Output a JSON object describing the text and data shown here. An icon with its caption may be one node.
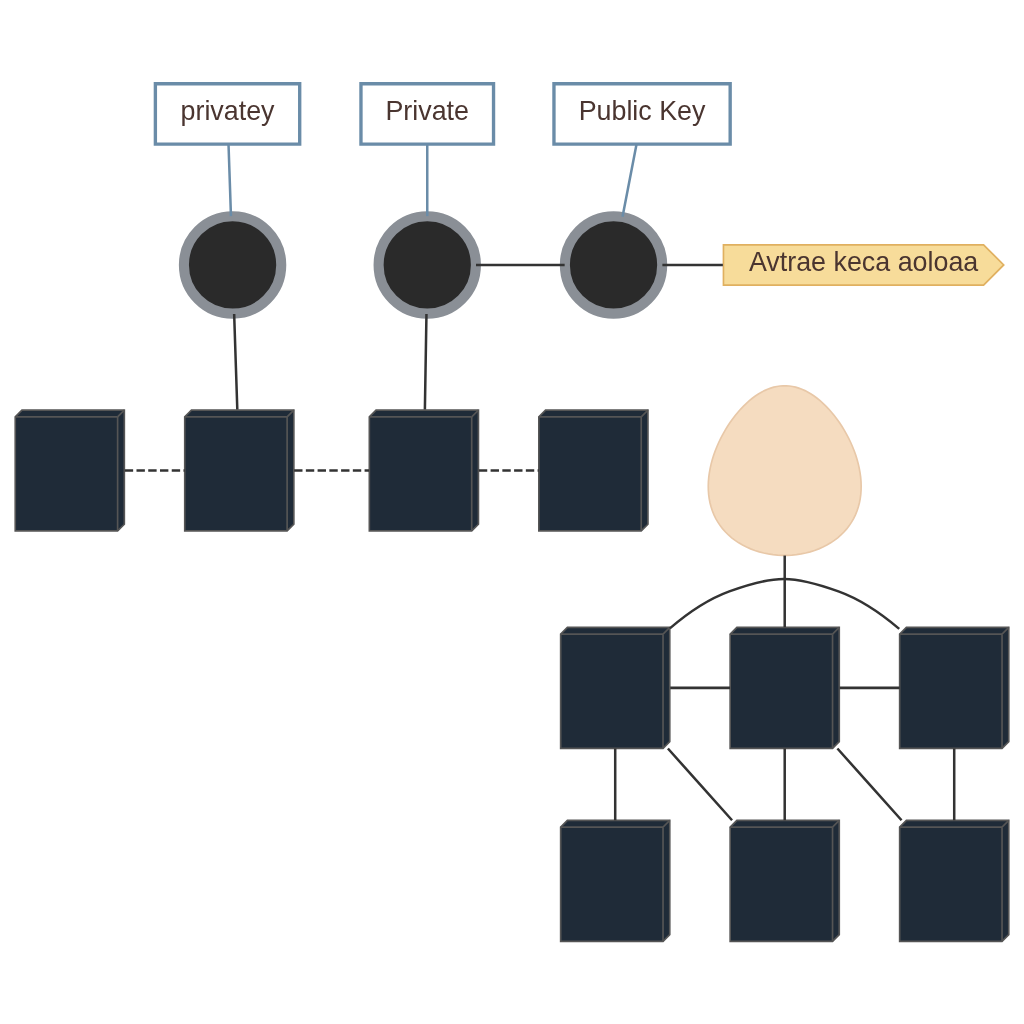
{
  "diagram": {
    "nodes": [
      {
        "text": [
          "privatey"
        ]
      },
      {
        "text": [
          "Private"
        ]
      },
      {
        "text": [
          "Public Key"
        ]
      },
      {
        "text": [],
        "shape": "circle"
      },
      {
        "text": [],
        "shape": "circle"
      },
      {
        "text": [],
        "shape": "circle"
      },
      {
        "text": [
          "Avtrae keca aoloaa"
        ]
      },
      {
        "text": [],
        "shape": "picture"
      },
      {
        "text": [],
        "shape": "picture"
      },
      {
        "text": [],
        "shape": "picture"
      },
      {
        "text": [],
        "shape": "picture"
      },
      {
        "text": [],
        "shape": "picture"
      },
      {
        "text": [],
        "shape": "picture"
      },
      {
        "text": [],
        "shape": "picture"
      },
      {
        "text": [],
        "shape": "picture"
      },
      {
        "text": [],
        "shape": "picture"
      },
      {
        "text": [],
        "shape": "picture"
      },
      {
        "text": [],
        "shape": "picture"
      }
    ],
    "edges": [
      {
        "from": 0,
        "to": 3,
        "arrow": "none",
        "color": "#6a8ca8"
      },
      {
        "from": 1,
        "to": 4,
        "arrow": "none",
        "color": "#6a8ca8"
      },
      {
        "from": 2,
        "to": 5,
        "arrow": "none",
        "color": "#6a8ca8"
      },
      {
        "from": 4,
        "to": 5,
        "arrow": "none"
      },
      {
        "from": 5,
        "to": 6,
        "arrow": "none"
      },
      {
        "from": 3,
        "to": 8,
        "arrow": "none"
      },
      {
        "from": 4,
        "to": 9,
        "arrow": "none"
      },
      {
        "from": 7,
        "to": 8,
        "arrow": "none",
        "style": "dashed"
      },
      {
        "from": 8,
        "to": 9,
        "arrow": "none",
        "style": "dashed"
      },
      {
        "from": 9,
        "to": 10,
        "arrow": "none",
        "style": "dashed"
      },
      {
        "from": 17,
        "to": 12,
        "arrow": "none"
      },
      {
        "from": 11,
        "to": 12,
        "arrow": "none"
      },
      {
        "from": 11,
        "to": 13,
        "arrow": "none"
      },
      {
        "from": 12,
        "to": 13,
        "arrow": "none"
      },
      {
        "from": 11,
        "to": 14,
        "arrow": "none"
      },
      {
        "from": 11,
        "to": 15,
        "arrow": "none"
      },
      {
        "from": 12,
        "to": 15,
        "arrow": "none"
      },
      {
        "from": 12,
        "to": 16,
        "arrow": "none"
      },
      {
        "from": 13,
        "to": 16,
        "arrow": "none"
      }
    ]
  }
}
